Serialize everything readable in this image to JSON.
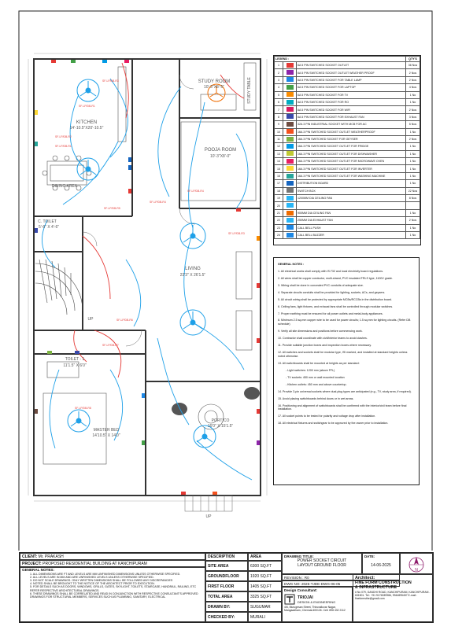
{
  "plan": {
    "rooms": {
      "kitchen": {
        "name": "KITCHEN",
        "dim": "14'-10.5\"X20'-10.5\""
      },
      "dining": {
        "name": "DINING AREA"
      },
      "study": {
        "name": "STUDY ROOM",
        "dim": "10'-3\"X8'-5\""
      },
      "pooja": {
        "name": "POOJA ROOM",
        "dim": "10'-3\"X8'-0\""
      },
      "ctoilet": {
        "name": "C. TOILET",
        "dim": "5'-6\" X 4'-6\""
      },
      "living": {
        "name": "LIVING",
        "dim": "23'3\" X 26'1.5\""
      },
      "toilet1": {
        "name": "TOILET - 1",
        "dim": "11'1.5\" X 6'0\""
      },
      "master": {
        "name": "MASTER BED",
        "dim": "14'10.5\" X 14'0\""
      },
      "portico": {
        "name": "PORTICO",
        "dim": "16'0\" X 15'1.5\""
      },
      "study_table": "STUDY TABLE",
      "up1": "UP",
      "up2": "UP"
    },
    "circuit_labels": [
      "SF-LP/DB-R3",
      "SF-LP/DB-R1",
      "SF-LP/DB-R2",
      "SF-LP/DB-R1",
      "SF-LP/DB-R5",
      "SF-LP/DB-R4",
      "SF-LP/DB-R4",
      "SF-LP/DB-R3",
      "SF-LP/DB-R6",
      "SF-LP/DB-R7",
      "SF-LP/DB-R8"
    ]
  },
  "legend": {
    "title": "LEGEND :",
    "qty_header": "QTY'S",
    "rows": [
      {
        "no": "1",
        "color": "#e53935",
        "desc": "6A 5 PIN  SWITCHED SOCKET OUTLET",
        "qty": "36 Nos"
      },
      {
        "no": "2",
        "color": "#8e24aa",
        "desc": "6A 5 PIN  SWITCHED SOCKET OUTLET WEATHER PROOF",
        "qty": "2 Nos"
      },
      {
        "no": "3",
        "color": "#1e88e5",
        "desc": "6A 5 PIN  SWITCHED SOCKET FOR TABLE LAMP",
        "qty": "2 Nos"
      },
      {
        "no": "4",
        "color": "#43a047",
        "desc": "6A 5 PIN  SWITCHED SOCKET FOR LAPTOP",
        "qty": "4 Nos"
      },
      {
        "no": "5",
        "color": "#fb8c00",
        "desc": "6A 5 PIN  SWITCHED SOCKET FOR TV",
        "qty": "1 No"
      },
      {
        "no": "6",
        "color": "#00acc1",
        "desc": "6A 5 PIN  SWITCHED SOCKET FOR RO",
        "qty": "1 No"
      },
      {
        "no": "7",
        "color": "#d81b60",
        "desc": "6A 5 PIN  SWITCHED SOCKET FOR WIFI",
        "qty": "2 Nos"
      },
      {
        "no": "8",
        "color": "#3949ab",
        "desc": "6A 5 PIN  SWITCHED SOCKET FOR EXHAUST FAN",
        "qty": "3 Nos"
      },
      {
        "no": "9",
        "color": "#6d4c41",
        "desc": "32A 3 PIN  INDUSTRIAL SOCKET WITH MCB FOR AC",
        "qty": "5 Nos"
      },
      {
        "no": "10",
        "color": "#f4511e",
        "desc": "16A 3 PIN  SWITCHED SOCKET OUTLET WEATHERPROOF",
        "qty": "1 No"
      },
      {
        "no": "11",
        "color": "#7cb342",
        "desc": "16A 3 PIN  SWITCHED SOCKET FOR GEYSER",
        "qty": "2 Nos"
      },
      {
        "no": "12",
        "color": "#039be5",
        "desc": "16A 3 PIN  SWITCHED SOCKET OUTLET FOR FRIDGE",
        "qty": "1 No"
      },
      {
        "no": "13",
        "color": "#c0ca33",
        "desc": "16A 3 PIN  SWITCHED SOCKET OUTLET FOR DISHWASHER",
        "qty": "1 No"
      },
      {
        "no": "14",
        "color": "#e91e63",
        "desc": "16A 3 PIN  SWITCHED SOCKET OUTLET FOR MICROWAVE OVEN",
        "qty": "1 No"
      },
      {
        "no": "15",
        "color": "#fdd835",
        "desc": "16A 3 PIN  SWITCHED SOCKET OUTLET FOR INVERTER",
        "qty": "1 No"
      },
      {
        "no": "16",
        "color": "#26a69a",
        "desc": "16A 3 PIN  SWITCHED SOCKET OUTLET FOR WASHING MACHINE",
        "qty": "1 No"
      },
      {
        "no": "17",
        "color": "#1565c0",
        "desc": "DISTRIBUTION BOARD",
        "qty": "1 No"
      },
      {
        "no": "18",
        "color": "#757575",
        "desc": "SWITCH BOX",
        "qty": "22 Nos"
      },
      {
        "no": "19",
        "color": "#29b6f6",
        "desc": "1200MM DIA CEILING FAN",
        "qty": "8 Nos"
      },
      {
        "no": "20",
        "color": "#29b6f6",
        "desc": "",
        "qty": ""
      },
      {
        "no": "21",
        "color": "#ef6c00",
        "desc": "900MM DIA CEILING FAN",
        "qty": "1 No"
      },
      {
        "no": "22",
        "color": "#29b6f6",
        "desc": "250MM DIA EXHAUST FAN",
        "qty": "2 Nos"
      },
      {
        "no": "23",
        "color": "#1e88e5",
        "desc": "CALL BELL PUSH",
        "qty": "1 No"
      },
      {
        "no": "24",
        "color": "#1e88e5",
        "desc": "CALL BELL BUZZER",
        "qty": "1 No"
      }
    ]
  },
  "notes": {
    "title": "GENERAL NOTES :",
    "items": [
      "1. All electrical works shall comply with IS:732 and local electricity board regulations.",
      "2. All wires shall be copper conductor, multi-strand, PVC insulated FRLS type, 1100V grade.",
      "3. Wiring shall be done in concealed PVC conduits of adequate size.",
      "4. Separate circuits conduits shall be provided for lighting, sockets, ACs, and geysers.",
      "5. All circuit wiring shall be protected by appropriate MCBs/RCCBs in the distribution board.",
      "6. Ceiling fans, light fixtures, and exhaust fans shall be controlled through modular switches.",
      "7. Proper earthing must be ensured for all power outlets and metal-body appliances.",
      "8. Minimum 2.5 sq.mm copper wire to be used for power circuits; 1.5 sq.mm for lighting circuits. (Refer DB schedule)",
      "9. Verify all site dimensions and positions before commencing work.",
      "10. Contractor shall coordinate with civil/interior teams to avoid clashes.",
      "11. Provide suitable junction boxes and inspection boxes where necessary.",
      "12. All switches and sockets shall be modular type, ISI marked, and installed at standard heights unless noted otherwise.",
      "13. All switchboards shall be mounted at heights as per standard:",
      "- Light switches: 1200 mm (above FFL)",
      "- TV sockets: 450 mm or wall mounted location",
      "- Kitchen outlets: 450 mm and above countertop.",
      "14. Provide 3-pin universal sockets where dual-plug types are anticipated (e.g., TV, study area, if required).",
      "15. Avoid placing switchboards behind doors or in wet areas.",
      "16. Positioning and alignment of switchboards shall be confirmed with the interior/civil team before final installation.",
      "17. All socket points to be tested for polarity and voltage drop after installation.",
      "18. All electrical fixtures and switchgear to be approved by the owner prior to installation."
    ]
  },
  "title_block": {
    "client_label": "CLIENT:",
    "client": "Mr. PRAKASH",
    "project_label": "PROJECT:",
    "project": "PROPOSED RESIDENTIAL BUILDING AT KANCHIPURAM",
    "gen_notes_title": "GENERAL NOTES:",
    "gen_notes": [
      "1. ALL DIMENSIONS ARE FT AND LEVELS ARE MM UNFINISHED DIMENSIONS UNLESS OTHERWISE SPECIFIED.",
      "2. ALL LEVELS ARE IN MM AND ARE UNFINISHED LEVELS UNLESS OTHERWISE SPECIFIED.",
      "3. DO NOT SCALE DRAWINGS. ONLY WRITTEN DIMENSIONS SHALL BE FOLLOWED ANY DISCREPANCIES",
      "4. NOTED SHALL BE BROUGHT TO THE NOTICE OF THE ARCHITECT PRIOR TO EXECUTION.",
      "5. FOR DETAILS SUCH AS DOORS, WINDOWS, GRILLS, GATES, SKYLIGHT, TOILETS, STAIRCASE, HANDRAIL, RAILING, ETC REFER RESPECTIVE ARCHITECTURAL DRAWINGS.",
      "6. THESE DRAWINGS SHALL BE CORRELATED AND READ IN CONJUNCTION WITH RESPECTIVE CONSULTANT'S APPROVED DRAWINGS FOR STRUCTURAL MEMBERS, SERVICES SUCH AS PLUMBING, SANITARY, ELECTRICAL"
    ],
    "description_label": "DESCRIPTION",
    "area_label": "AREA",
    "rows": [
      {
        "label": "SITE AREA",
        "value": "6300 SQ.FT"
      },
      {
        "label": "GROUNDFLOOR",
        "value": "1920 SQ.FT"
      },
      {
        "label": "FIRST FLOOR",
        "value": "1405 SQ.FT"
      },
      {
        "label": "TOTAL AREA",
        "value": "3325 SQ.FT"
      },
      {
        "label": "DRAWN BY:",
        "value": "SUGUMAR"
      },
      {
        "label": "CHECKED BY:",
        "value": "MURALI"
      }
    ],
    "drawing_title_label": "DRAWING TITLE:",
    "drawing_title_1": "POWER SOCKET CIRCUIT",
    "drawing_title_2": "LAYOUT GROUND FLOOR",
    "date_label": "DATE:",
    "date": "14-06-2025",
    "revision": "REVISION : R0",
    "dwg_no": "DWG NO: 2025-TJDE-DWG-06-05",
    "consultant_label": "Design Consultant:",
    "consultant_1": "TRIOJAI",
    "consultant_2": "DESIGN & ENGINEERING",
    "consultant_addr": "4/6, Murugesan Street, Thiruvalluvar Nagar, Mangaadham, Chennai-600126. Cell: 898 432 2112",
    "architect_label": "Architect:",
    "architect_1": "FINE FORM CONSTRUCTION",
    "architect_2": "& INFRASTRUCTURE",
    "architect_addr": "# No 079, GANDHI ROAD, KANCHIPURAM, KANCHIPURAM - 631501. Tel : +91 9176339986, 9944895457 E-mail : fineformsthe@gmail.com",
    "compass_label": "N"
  }
}
